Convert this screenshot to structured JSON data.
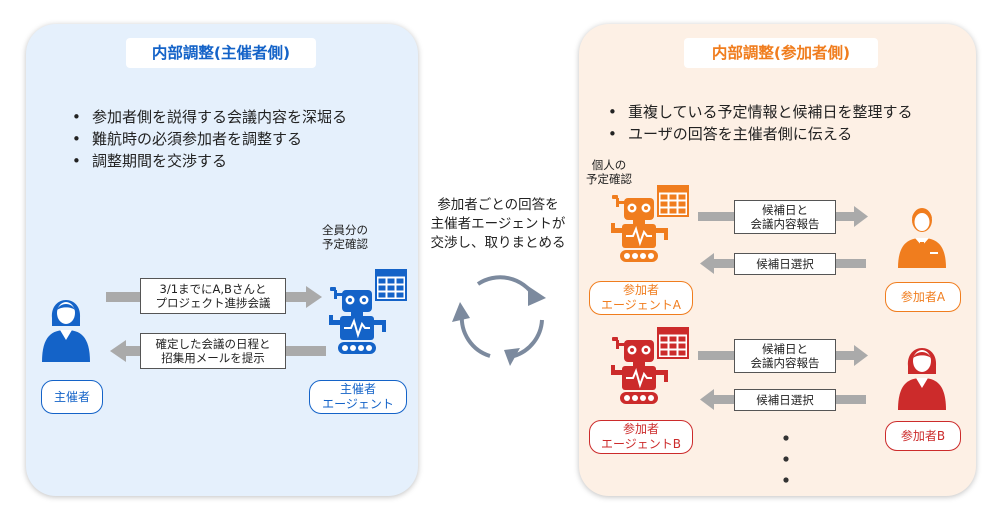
{
  "left_panel": {
    "title": "内部調整(主催者側)",
    "bullets": [
      "参加者側を説得する会議内容を深堀る",
      "難航時の必須参加者を調整する",
      "調整期間を交渉する"
    ],
    "agent_note": [
      "全員分の",
      "予定確認"
    ],
    "request_box": [
      "3/1までにA,Bさんと",
      "プロジェクト進捗会議"
    ],
    "reply_box": [
      "確定した会議の日程と",
      "招集用メールを提示"
    ],
    "organizer_label": "主催者",
    "agent_label": [
      "主催者",
      "エージェント"
    ]
  },
  "center": {
    "text": [
      "参加者ごとの回答を",
      "主催者エージェントが",
      "交渉し、取りまとめる"
    ]
  },
  "right_panel": {
    "title": "内部調整(参加者側)",
    "bullets": [
      "重複している予定情報と候補日を整理する",
      "ユーザの回答を主催者側に伝える"
    ],
    "agent_note": [
      "個人の",
      "予定確認"
    ],
    "agent_a": {
      "label": [
        "参加者",
        "エージェントA"
      ],
      "send_box": [
        "候補日と",
        "会議内容報告"
      ],
      "reply_box": "候補日選択",
      "participant_label": "参加者A"
    },
    "agent_b": {
      "label": [
        "参加者",
        "エージェントB"
      ],
      "send_box": [
        "候補日と",
        "会議内容報告"
      ],
      "reply_box": "候補日選択",
      "participant_label": "参加者B"
    }
  },
  "colors": {
    "blue": "#1463c8",
    "orange": "#f07d1e",
    "red": "#cc2b2b",
    "gray_arrow": "#aaaaaa",
    "cycle_arrow": "#7c8a9e",
    "left_bg": "#e5f0fc",
    "right_bg": "#fdf0e5"
  }
}
